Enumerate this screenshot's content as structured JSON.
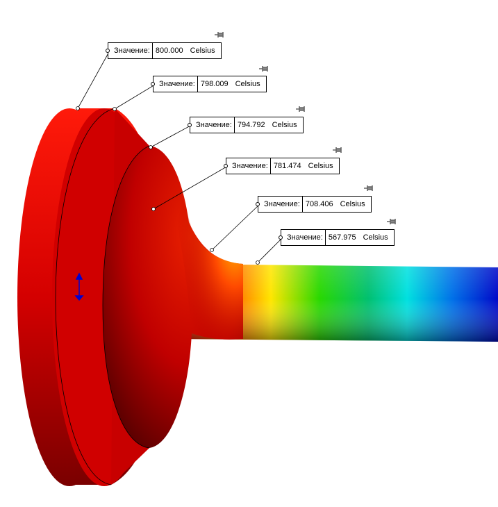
{
  "probes": [
    {
      "label": "Значение:",
      "value": "800.000",
      "unit": "Celsius"
    },
    {
      "label": "Значение:",
      "value": "798.009",
      "unit": "Celsius"
    },
    {
      "label": "Значение:",
      "value": "794.792",
      "unit": "Celsius"
    },
    {
      "label": "Значение:",
      "value": "781.474",
      "unit": "Celsius"
    },
    {
      "label": "Значение:",
      "value": "708.406",
      "unit": "Celsius"
    },
    {
      "label": "Значение:",
      "value": "567.975",
      "unit": "Celsius"
    }
  ],
  "icons": {
    "pin": "pin-icon",
    "triad": "axis-triad-icon"
  },
  "colors": {
    "hot": "#e80000",
    "warm": "#ffd400",
    "mid": "#10d000",
    "cool": "#00e0e0",
    "cold": "#0010c0"
  }
}
